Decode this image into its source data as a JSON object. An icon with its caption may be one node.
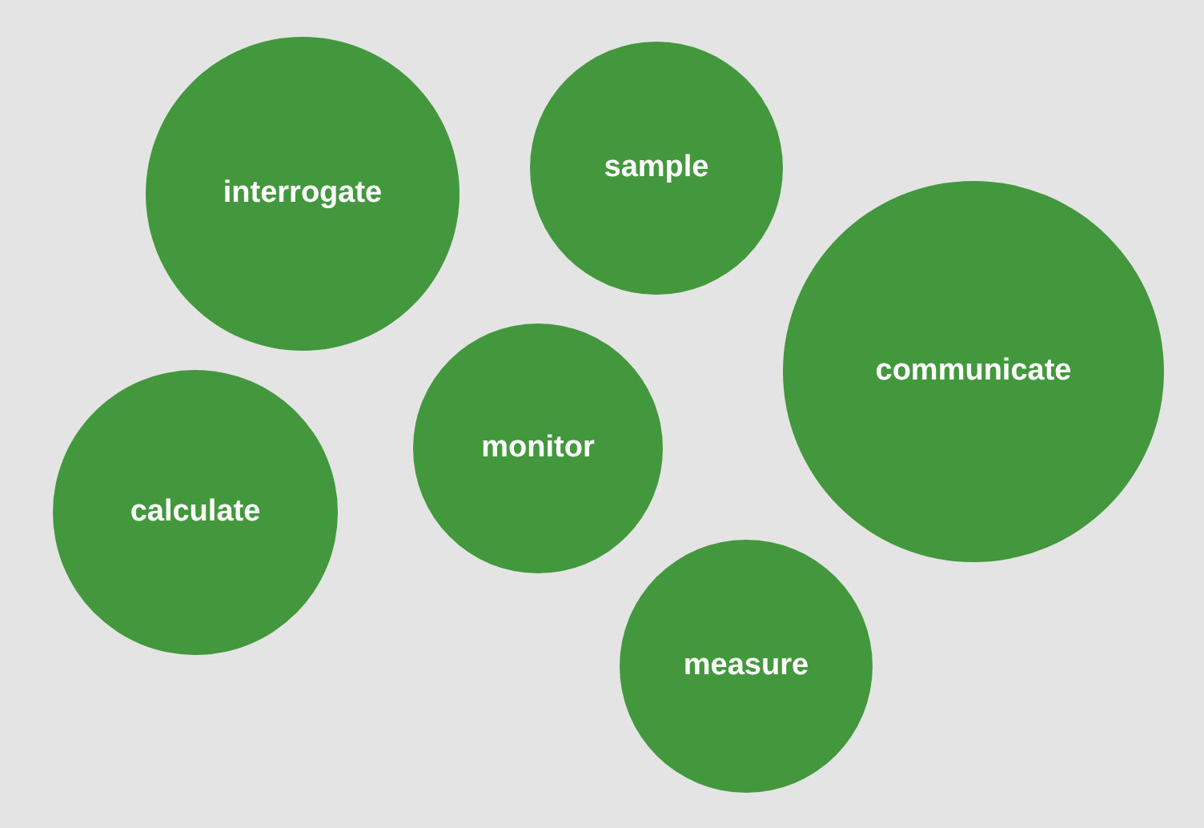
{
  "diagram": {
    "nodes": [
      {
        "text": [
          "interrogate"
        ]
      },
      {
        "text": [
          "sample"
        ]
      },
      {
        "text": [
          "communicate"
        ]
      },
      {
        "text": [
          "monitor"
        ]
      },
      {
        "text": [
          "calculate"
        ]
      },
      {
        "text": [
          "measure"
        ]
      }
    ],
    "edges": []
  }
}
